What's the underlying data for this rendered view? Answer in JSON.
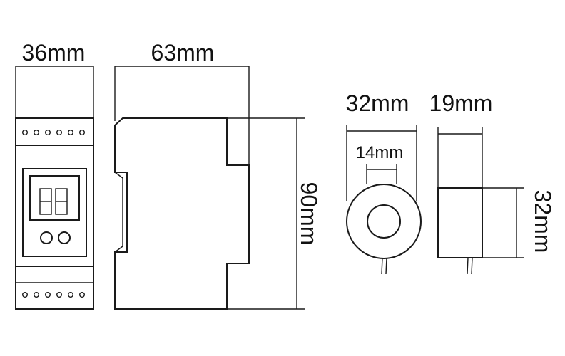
{
  "dimensions": {
    "front_width": "36mm",
    "side_depth": "63mm",
    "height": "90mm",
    "ct_diameter": "32mm",
    "ct_hole": "14mm",
    "ct_thickness": "19mm",
    "ct_height": "32mm"
  },
  "display": {
    "digits": "88"
  },
  "colors": {
    "line": "#1a1a1a",
    "background": "#ffffff"
  }
}
